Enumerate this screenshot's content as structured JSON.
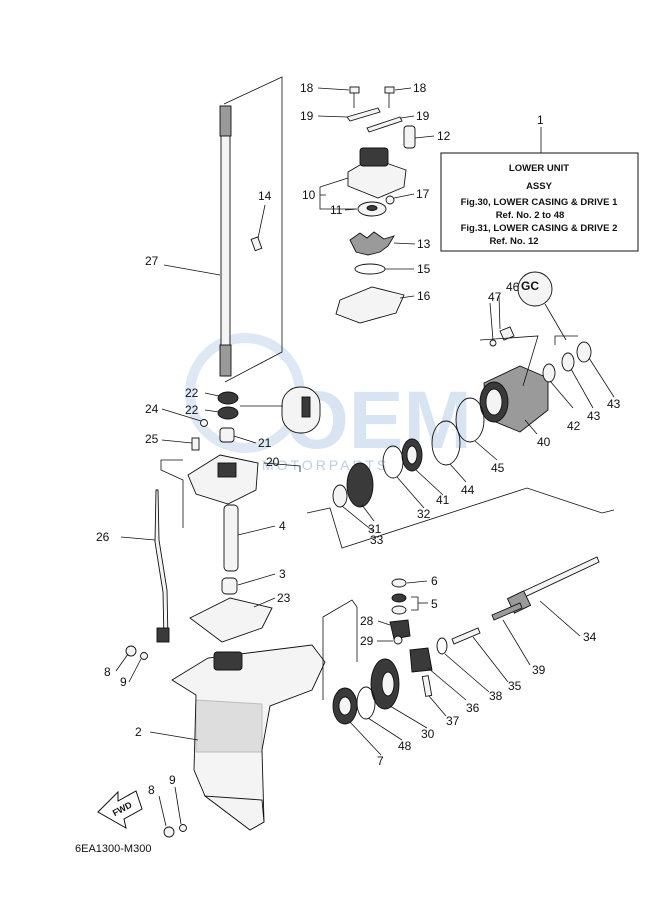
{
  "watermark": {
    "brand": "OEM",
    "sub": "MOTORPARTS"
  },
  "assy_box": {
    "number": "1",
    "title_line1": "LOWER UNIT",
    "title_line2": "ASSY",
    "ref1_fig": "Fig.30, LOWER CASING & DRIVE 1",
    "ref1_nos": "Ref. No. 2 to 48",
    "ref2_fig": "Fig.31, LOWER CASING & DRIVE 2",
    "ref2_nos": "Ref. No. 12"
  },
  "fwd_label": "FWD",
  "diagram_code": "6EA1300-M300",
  "callouts": {
    "c18a": "18",
    "c18b": "18",
    "c19a": "19",
    "c19b": "19",
    "c12": "12",
    "c10": "10",
    "c17": "17",
    "c11": "11",
    "c13": "13",
    "c15": "15",
    "c16": "16",
    "c14": "14",
    "c27": "27",
    "c47": "47",
    "c46": "46",
    "c22a": "22",
    "c22b": "22",
    "c24": "24",
    "c21": "21",
    "c25": "25",
    "c20": "20",
    "c43a": "43",
    "c42": "42",
    "c43b": "43",
    "c40": "40",
    "c45": "45",
    "c44": "44",
    "c41": "41",
    "c32": "32",
    "c31": "31",
    "c33": "33",
    "c4": "4",
    "c26": "26",
    "c3": "3",
    "c23": "23",
    "c6": "6",
    "c5": "5",
    "c28": "28",
    "c29": "29",
    "c34": "34",
    "c8a": "8",
    "c9a": "9",
    "c39": "39",
    "c35": "35",
    "c38": "38",
    "c36": "36",
    "c37": "37",
    "c2": "2",
    "c30": "30",
    "c48": "48",
    "c7": "7",
    "c9b": "9",
    "c8b": "8"
  }
}
